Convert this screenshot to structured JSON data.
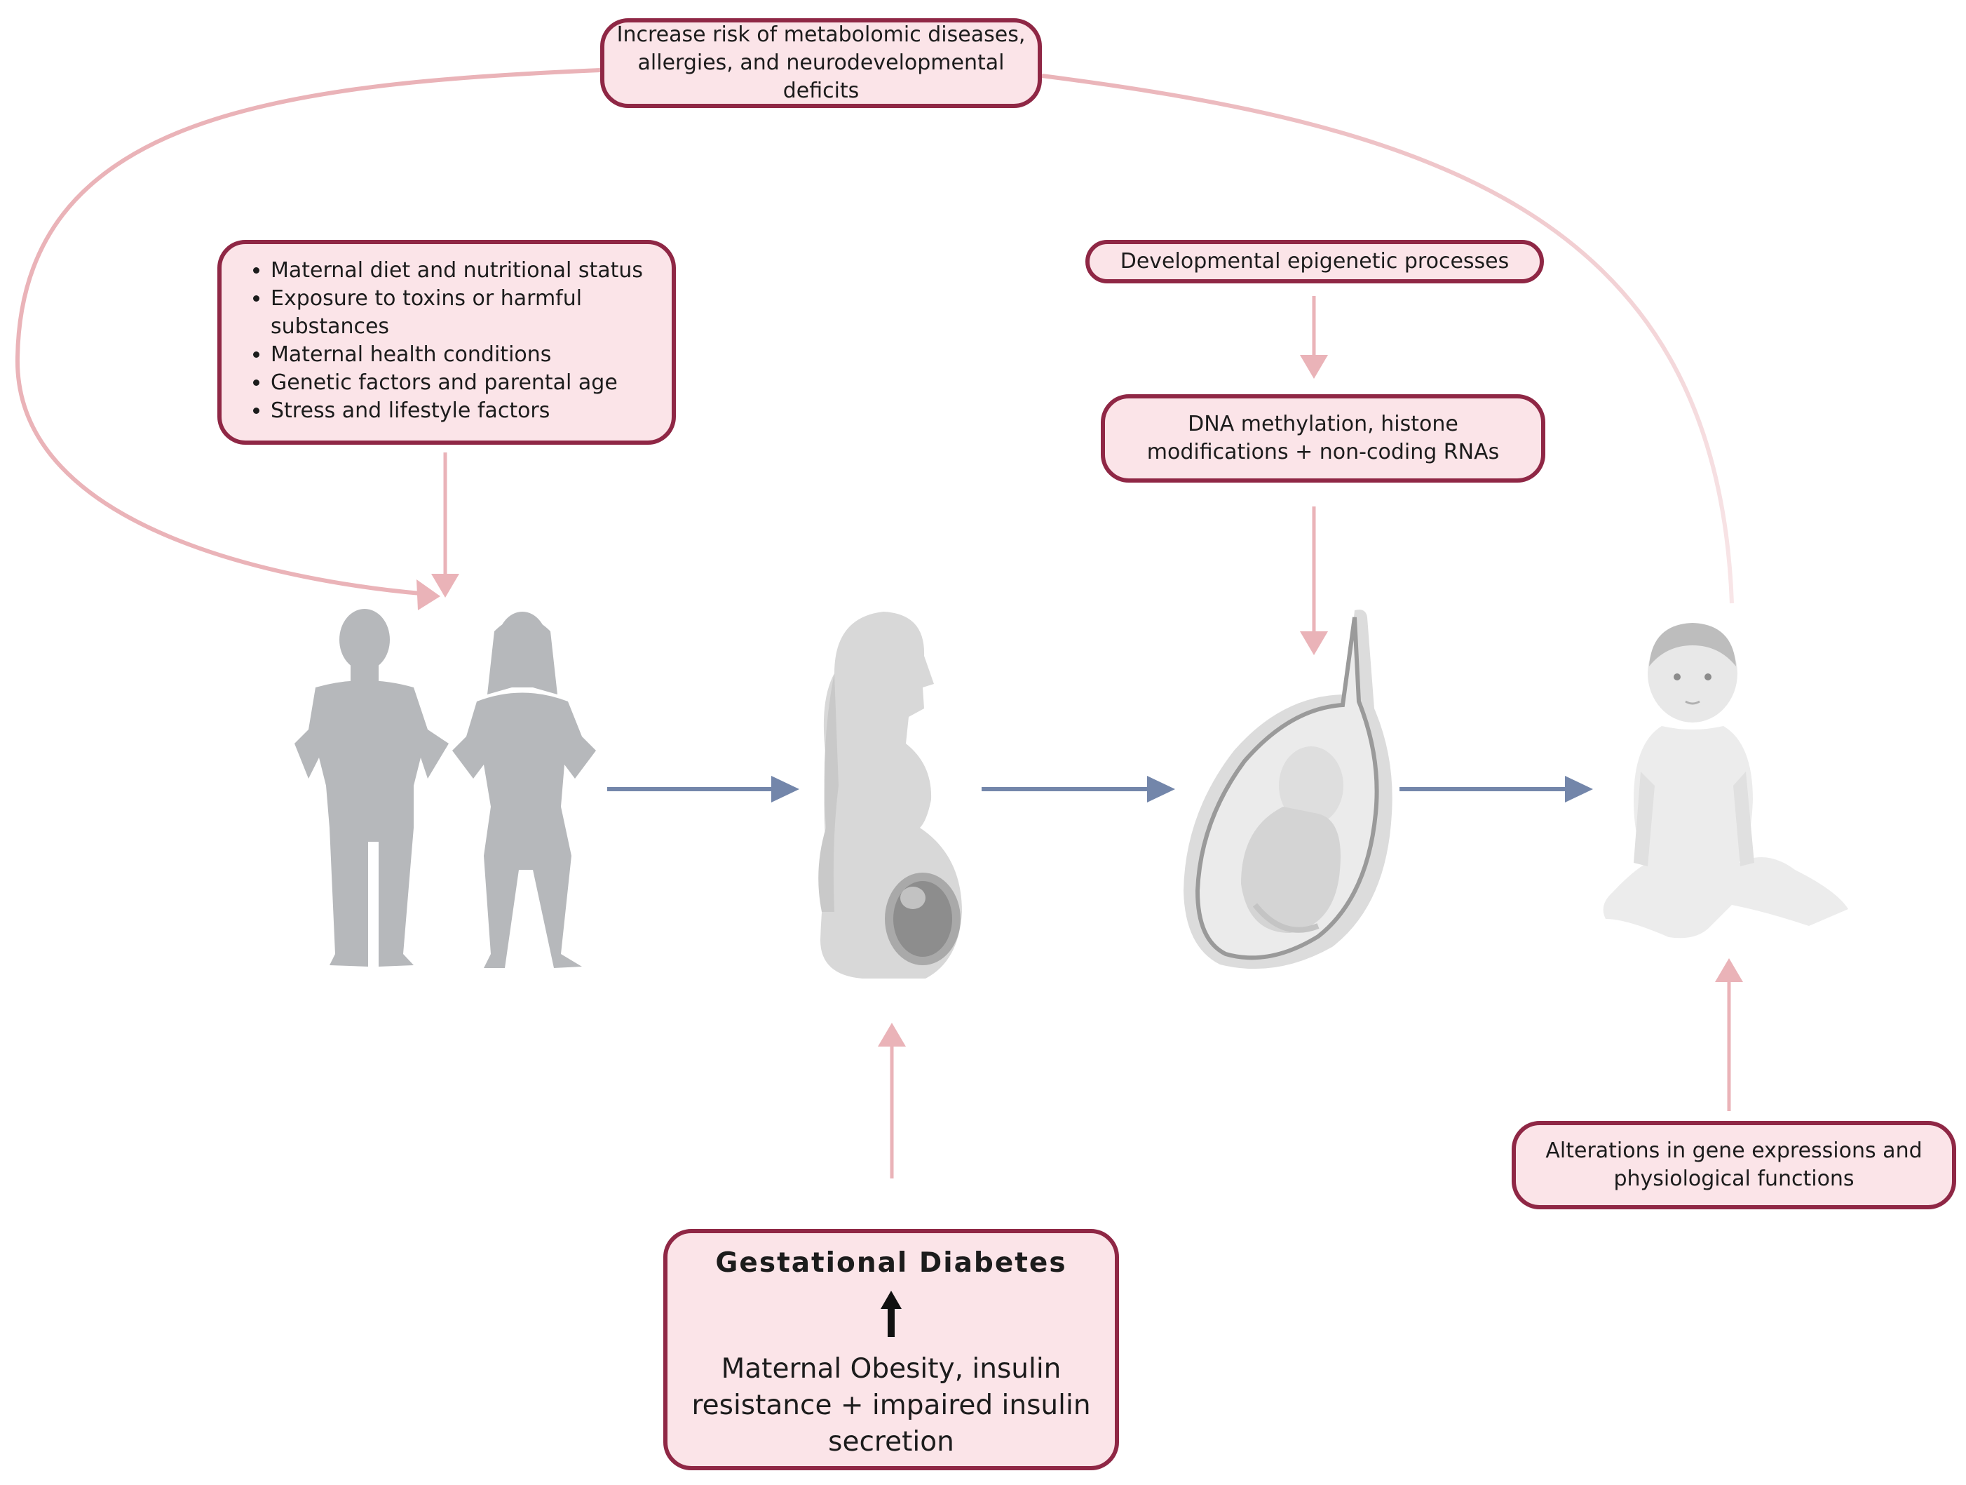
{
  "boxes": {
    "risk": {
      "line1": "Increase risk of metabolomic diseases,",
      "line2": "allergies, and neurodevelopmental deficits"
    },
    "factors": {
      "items": [
        "Maternal diet and nutritional status",
        "Exposure to toxins or harmful substances",
        "Maternal health conditions",
        "Genetic factors and parental age",
        "Stress and lifestyle factors"
      ]
    },
    "epigenetic": {
      "label": "Developmental epigenetic processes"
    },
    "dna": {
      "line1": "DNA methylation, histone",
      "line2": "modifications + non-coding RNAs"
    },
    "alterations": {
      "line1": "Alterations in gene expressions and",
      "line2": "physiological functions"
    },
    "gestational": {
      "title": "Gestational Diabetes",
      "cause_line1": "Maternal Obesity, insulin",
      "cause_line2": "resistance + impaired insulin",
      "cause_line3": "secretion"
    }
  },
  "colors": {
    "box_fill": "#fbe4e8",
    "box_border": "#8f2745",
    "pink_arrow": "#eab3b8",
    "blue_arrow": "#7386aa",
    "silhouette": "#b6b8bb",
    "illustration": "#d6d6d6"
  }
}
